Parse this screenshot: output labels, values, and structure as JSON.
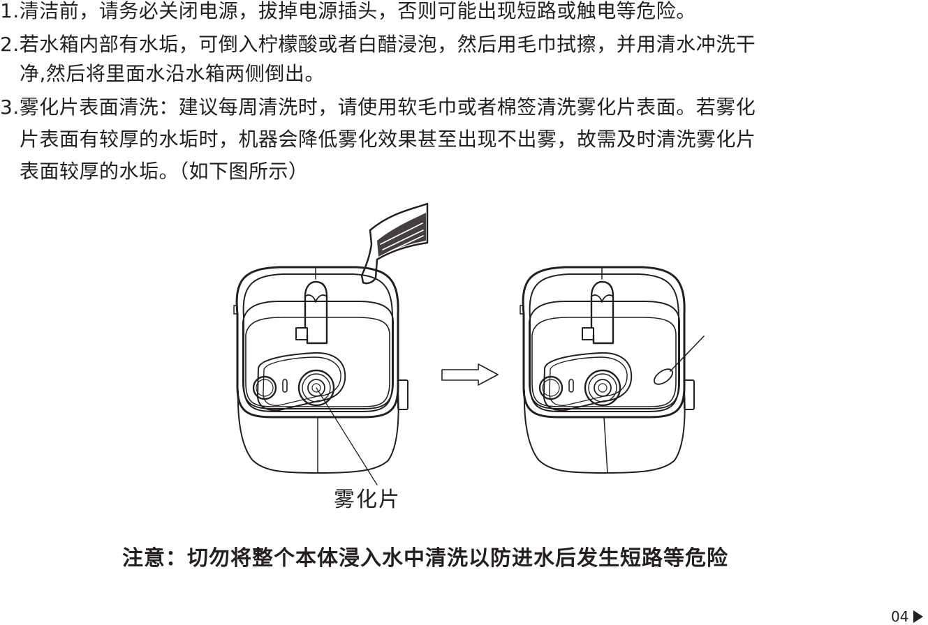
{
  "instructions": {
    "item1": {
      "number": "1.",
      "text": "清洁前，请务必关闭电源，拔掉电源插头，否则可能出现短路或触电等危险。"
    },
    "item2": {
      "number": "2.",
      "line1": "若水箱内部有水垢，可倒入柠檬酸或者白醋浸泡，然后用毛巾拭擦，并用清水冲洗干",
      "line2": "净,然后将里面水沿水箱两侧倒出。"
    },
    "item3": {
      "number": "3.",
      "line1": "雾化片表面清洗：建议每周清洗时，请使用软毛巾或者棉签清洗雾化片表面。若雾化",
      "line2": "片表面有较厚的水垢时，机器会降低雾化效果甚至出现不出雾，故需及时清洗雾化片",
      "line3": "表面较厚的水垢。（如下图所示）"
    }
  },
  "figure": {
    "caption": "雾化片"
  },
  "warning": "注意：切勿将整个本体浸入水中清洗以防进水后发生短路等危险",
  "page_number": "04"
}
